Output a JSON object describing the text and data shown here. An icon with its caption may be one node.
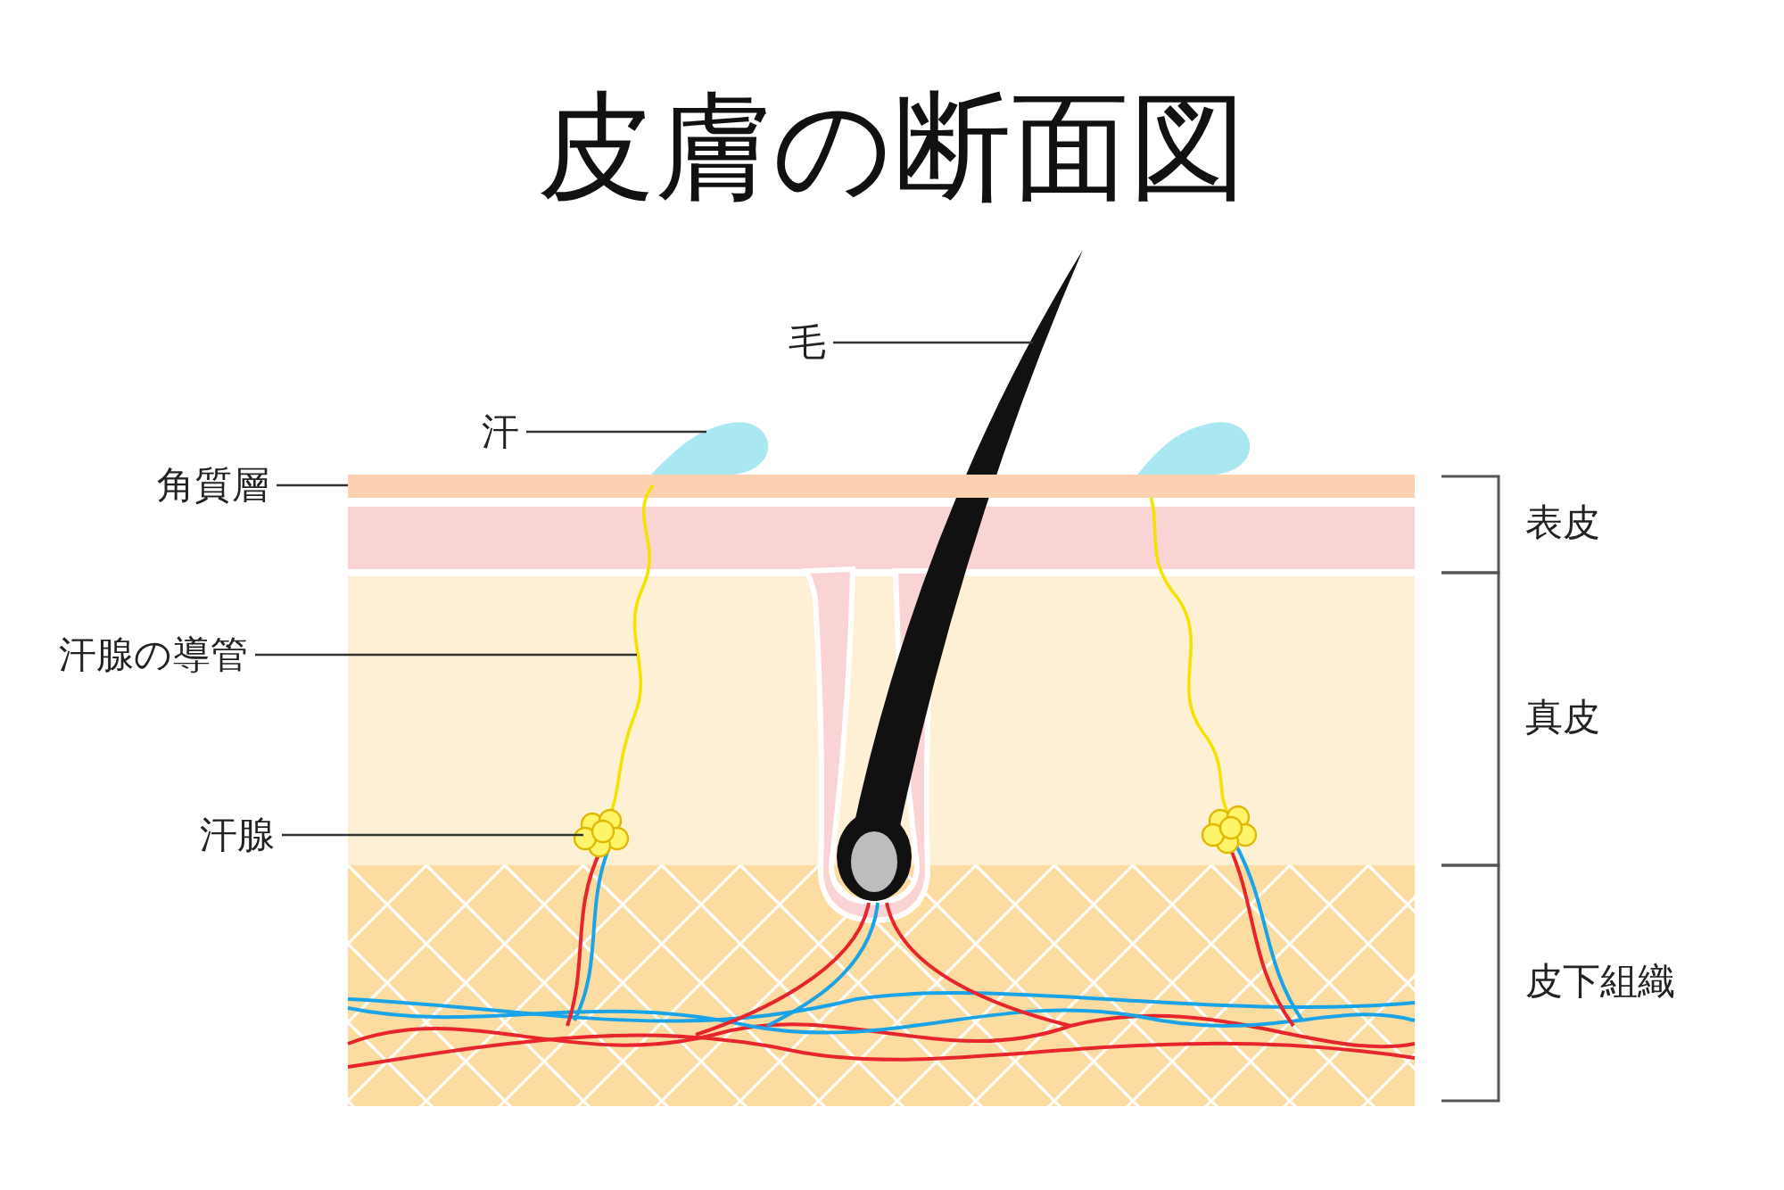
{
  "diagram": {
    "title": "皮膚の断面図",
    "nodes": [
      {
        "text": [
          "毛"
        ]
      },
      {
        "text": [
          "汗"
        ]
      },
      {
        "text": [
          "角質層"
        ]
      },
      {
        "text": [
          "汗腺の導管"
        ]
      },
      {
        "text": [
          "汗腺"
        ]
      },
      {
        "text": [],
        "shape": "picture"
      },
      {
        "text": [],
        "shape": "picture"
      },
      {
        "text": [],
        "shape": "bar"
      },
      {
        "text": [],
        "shape": "picture"
      },
      {
        "text": [],
        "shape": "picture"
      }
    ],
    "edges": [
      {
        "from": 0,
        "to": 5,
        "arrow": "none"
      },
      {
        "from": 1,
        "to": 6,
        "arrow": "none"
      },
      {
        "from": 2,
        "to": 7,
        "arrow": "none"
      },
      {
        "from": 3,
        "to": 8,
        "arrow": "none"
      },
      {
        "from": 4,
        "to": 9,
        "arrow": "none"
      }
    ],
    "labels": [
      "表皮",
      "真皮",
      "皮下組織"
    ]
  }
}
